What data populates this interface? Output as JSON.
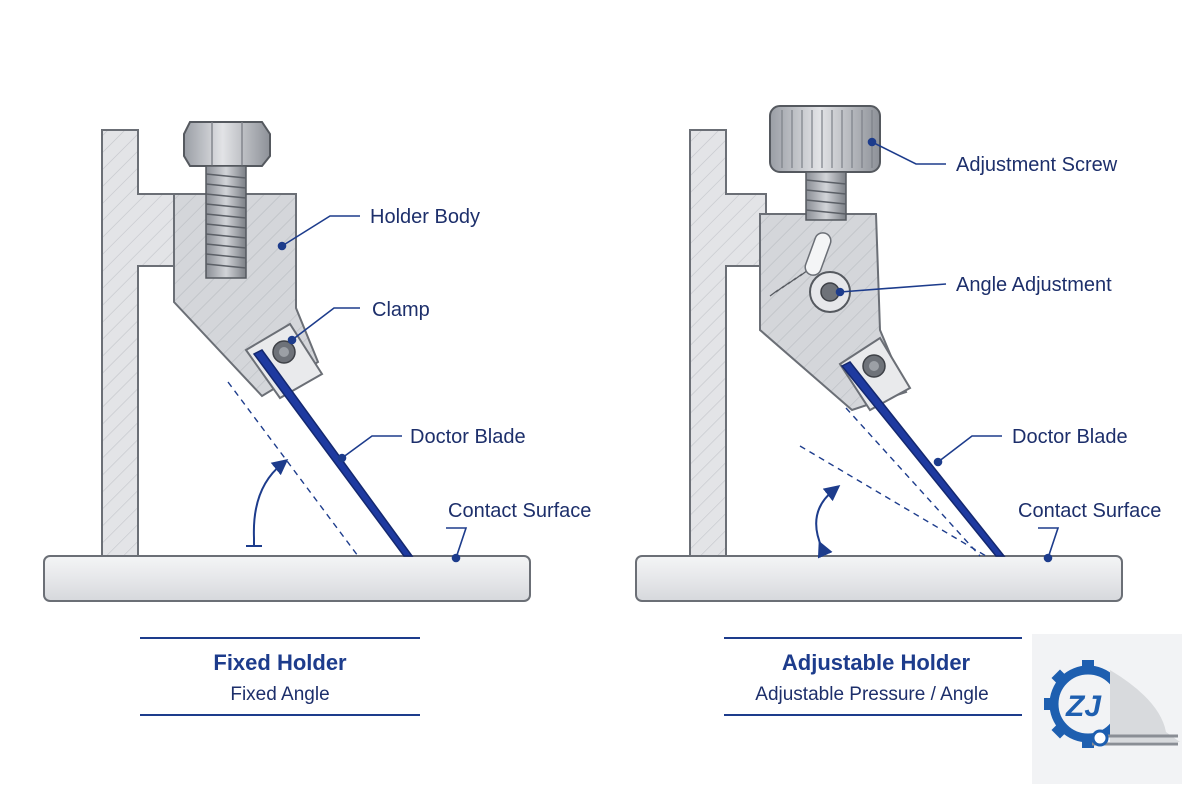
{
  "left_panel": {
    "labels": {
      "holder_body": "Holder Body",
      "clamp": "Clamp",
      "doctor_blade": "Doctor Blade",
      "contact_surface": "Contact Surface"
    },
    "caption": {
      "title": "Fixed Holder",
      "subtitle": "Fixed Angle"
    }
  },
  "right_panel": {
    "labels": {
      "adjustment_screw": "Adjustment Screw",
      "angle_adjustment": "Angle Adjustment",
      "doctor_blade": "Doctor Blade",
      "contact_surface": "Contact Surface"
    },
    "caption": {
      "title": "Adjustable Holder",
      "subtitle": "Adjustable Pressure / Angle"
    }
  },
  "logo": {
    "text": "ZJ"
  },
  "colors": {
    "accent": "#1d3c8c",
    "blade": "#1e3aa0",
    "metal": "#d9dbdf",
    "outline": "#6b6f76",
    "background": "#ffffff"
  }
}
